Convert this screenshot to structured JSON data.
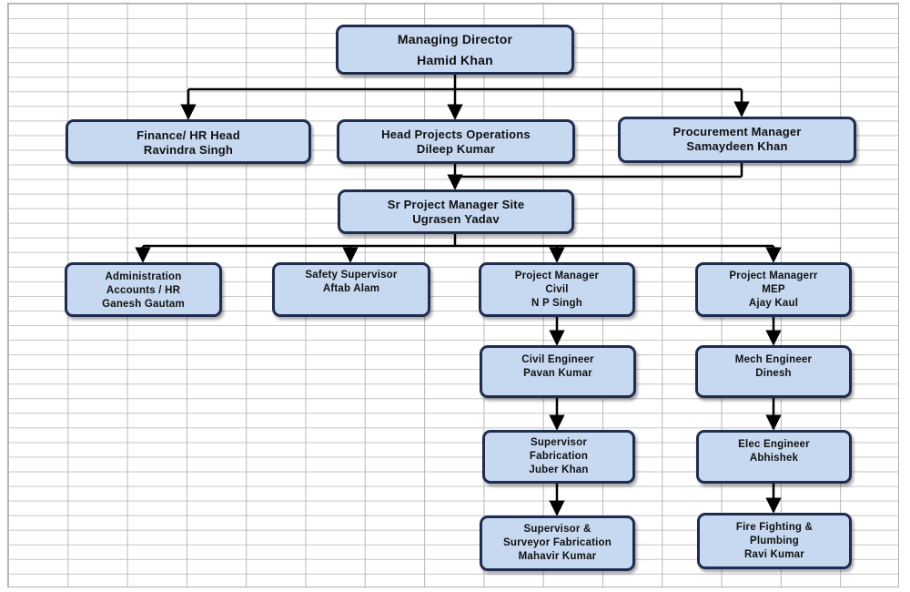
{
  "org_chart": {
    "managing_director": {
      "role": "Managing Director",
      "name": "Hamid Khan"
    },
    "finance_hr_head": {
      "role": "Finance/ HR Head",
      "name": "Ravindra Singh"
    },
    "head_projects": {
      "role": "Head Projects Operations",
      "name": "Dileep Kumar"
    },
    "procurement": {
      "role": "Procurement Manager",
      "name": "Samaydeen Khan"
    },
    "sr_pm_site": {
      "role": "Sr Project Manager Site",
      "name": "Ugrasen Yadav"
    },
    "administration": {
      "line1": "Administration",
      "line2": "Accounts / HR",
      "name": "Ganesh Gautam"
    },
    "safety": {
      "role": "Safety Supervisor",
      "name": "Aftab Alam"
    },
    "pm_civil": {
      "line1": "Project Manager",
      "line2": "Civil",
      "name": "N P Singh"
    },
    "pm_mep": {
      "line1": "Project Managerr",
      "line2": "MEP",
      "name": "Ajay Kaul"
    },
    "civil_engineer": {
      "role": "Civil Engineer",
      "name": "Pavan Kumar"
    },
    "mech_engineer": {
      "role": "Mech Engineer",
      "name": "Dinesh"
    },
    "supervisor_fabrication": {
      "line1": "Supervisor",
      "line2": "Fabrication",
      "name": "Juber Khan"
    },
    "elec_engineer": {
      "role": "Elec Engineer",
      "name": "Abhishek"
    },
    "supervisor_surveyor": {
      "line1": "Supervisor &",
      "line2": "Surveyor Fabrication",
      "name": "Mahavir Kumar"
    },
    "fire_fighting": {
      "line1": "Fire Fighting &",
      "line2": "Plumbing",
      "name": "Ravi Kumar"
    }
  }
}
